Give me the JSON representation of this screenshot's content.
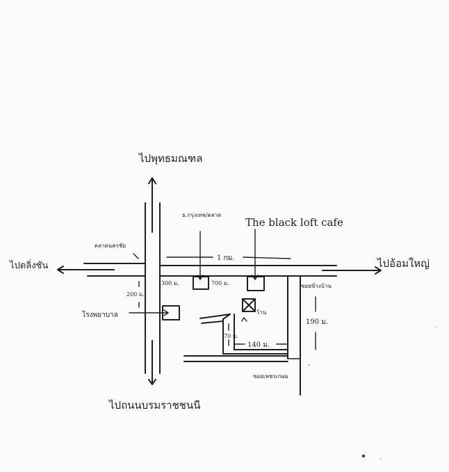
{
  "labels": {
    "north": "ไปพุทธมณฑล",
    "south": "ไปถนนบรมราชชนนี",
    "west": "ไปตลิ่งชัน",
    "east": "ไปอ้อมใหญ่",
    "cafe": "The black loft cafe",
    "bank": "ธ.กรุงเทพ/ตลาด",
    "hospital": "โรงพยาบาล",
    "market": "ตลาดนครชัย",
    "alley": "ซอยข้างบ้าน",
    "bottom_alley": "ซอยเพชรเกษม",
    "here": "ร้าน"
  },
  "distances": {
    "east_road": "1 กม.",
    "south_road": "200 ม.",
    "gap1": "300 ม.",
    "gap2": "700 ม.",
    "east_side": "190 ม.",
    "inner_h": "140 ม.",
    "inner_v": "70 ม."
  }
}
